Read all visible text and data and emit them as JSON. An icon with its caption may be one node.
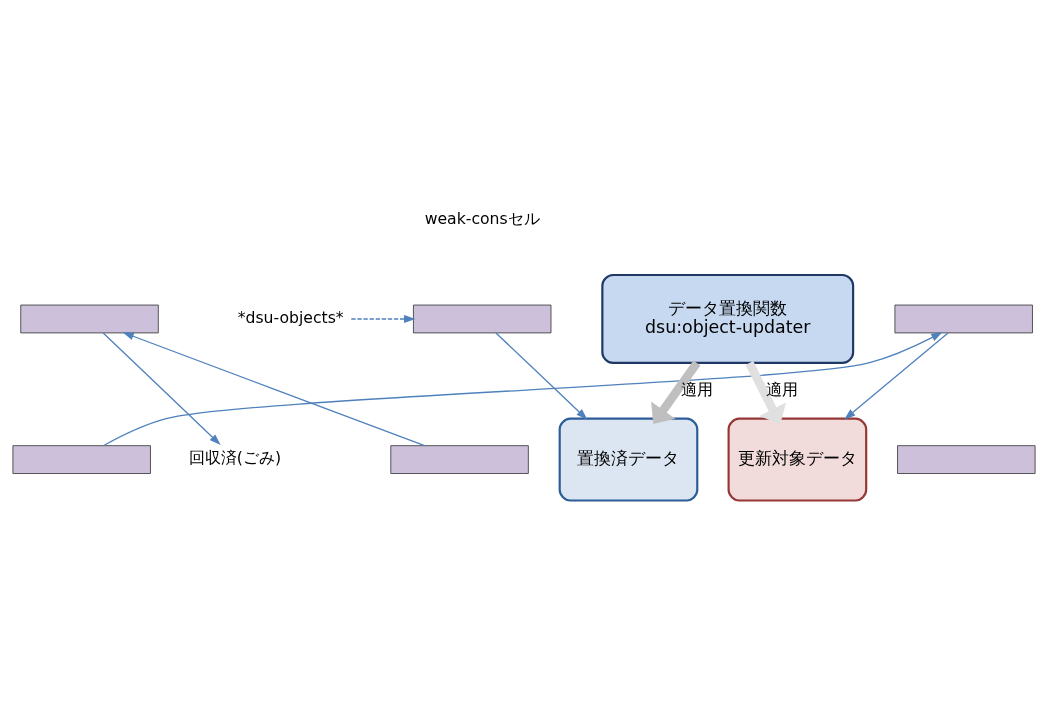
{
  "diagram": {
    "nodes": [
      {
        "text": [
          "*dsu-objects*"
        ]
      },
      {
        "text": [],
        "shape": "box"
      },
      {
        "text": [],
        "shape": "box"
      },
      {
        "text": [],
        "shape": "box"
      },
      {
        "text": [],
        "shape": "box"
      },
      {
        "text": [],
        "shape": "box"
      },
      {
        "text": [],
        "shape": "box"
      },
      {
        "text": [
          "置換済データ"
        ]
      },
      {
        "text": [
          "回収済(ごみ)"
        ]
      },
      {
        "text": [
          "更新対象データ"
        ]
      },
      {
        "text": [
          "データ置換関数",
          "dsu:object-updater"
        ]
      }
    ],
    "edges": [
      {
        "from": 0,
        "to": 1,
        "arrow": "to",
        "style": "dashed"
      },
      {
        "from": 2,
        "to": 3,
        "arrow": "to"
      },
      {
        "from": 4,
        "to": 5,
        "arrow": "to"
      },
      {
        "from": 1,
        "to": 7,
        "arrow": "to"
      },
      {
        "from": 3,
        "to": 8,
        "arrow": "to"
      },
      {
        "from": 5,
        "to": 9,
        "arrow": "to"
      },
      {
        "from": 10,
        "to": 7,
        "arrow": "to",
        "label": "適用",
        "style": "thick",
        "color": "#bfbfbf"
      },
      {
        "from": 10,
        "to": 9,
        "arrow": "to",
        "label": "適用",
        "style": "thick",
        "color": "#e0e0e0"
      }
    ],
    "labels": [
      "weak-consセル"
    ]
  }
}
